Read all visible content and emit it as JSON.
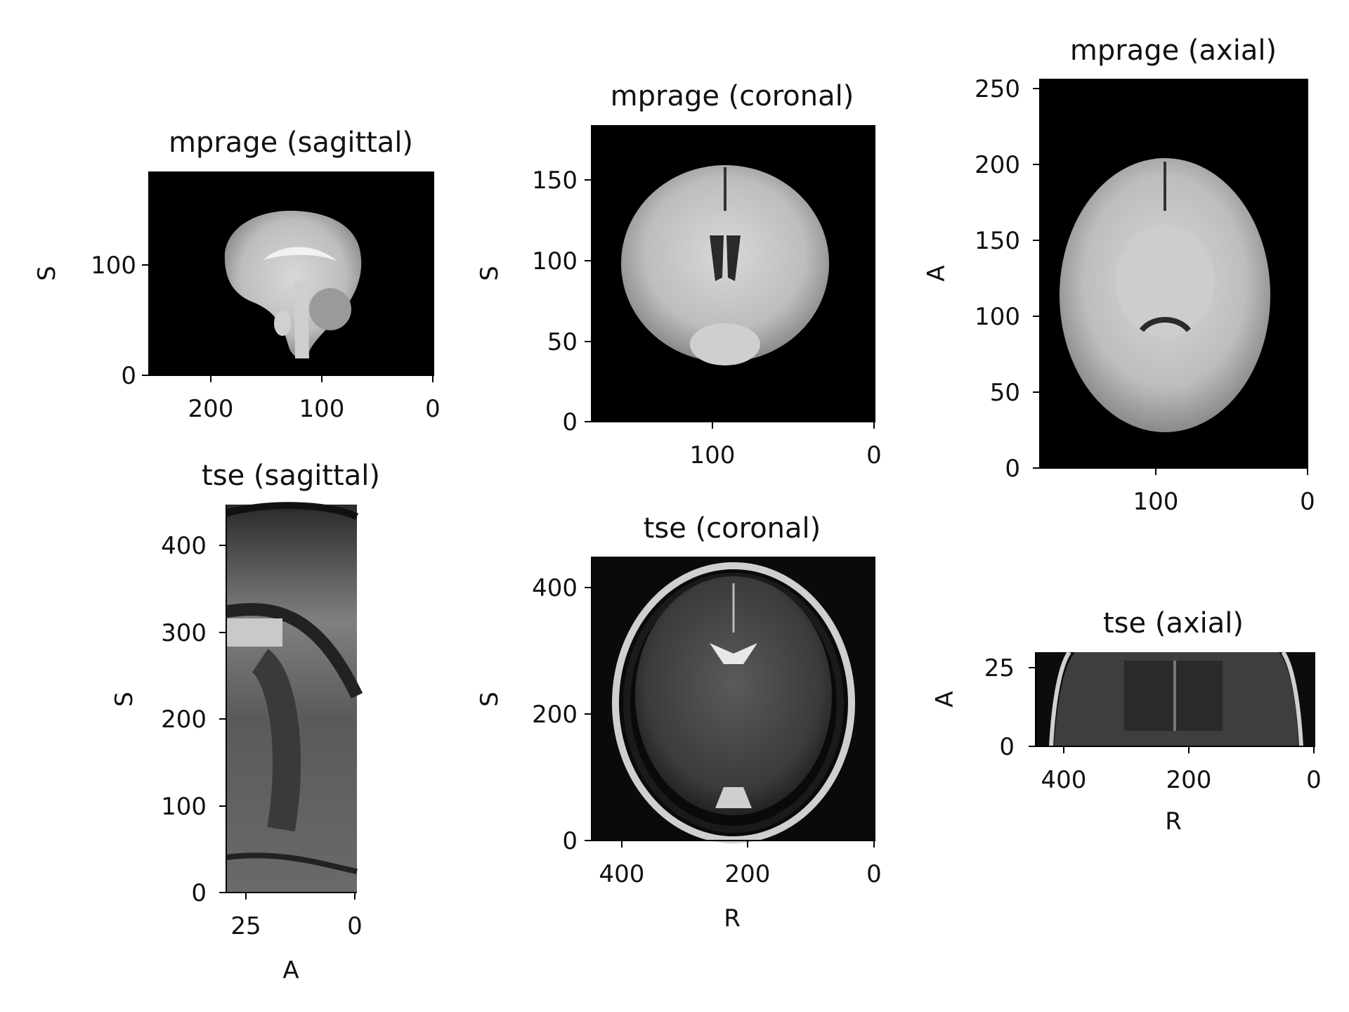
{
  "panels": {
    "mprage_sagittal": {
      "title": "mprage (sagittal)",
      "ylabel": "S",
      "xlabel": "",
      "xticks": [
        "200",
        "100",
        "0"
      ],
      "yticks": [
        "100",
        "0"
      ]
    },
    "mprage_coronal": {
      "title": "mprage (coronal)",
      "ylabel": "S",
      "xlabel": "",
      "xticks": [
        "100",
        "0"
      ],
      "yticks": [
        "150",
        "100",
        "50",
        "0"
      ]
    },
    "mprage_axial": {
      "title": "mprage (axial)",
      "ylabel": "A",
      "xlabel": "",
      "xticks": [
        "100",
        "0"
      ],
      "yticks": [
        "250",
        "200",
        "150",
        "100",
        "50",
        "0"
      ]
    },
    "tse_sagittal": {
      "title": "tse (sagittal)",
      "ylabel": "S",
      "xlabel": "A",
      "xticks": [
        "25",
        "0"
      ],
      "yticks": [
        "400",
        "300",
        "200",
        "100",
        "0"
      ]
    },
    "tse_coronal": {
      "title": "tse (coronal)",
      "ylabel": "S",
      "xlabel": "R",
      "xticks": [
        "400",
        "200",
        "0"
      ],
      "yticks": [
        "400",
        "200",
        "0"
      ]
    },
    "tse_axial": {
      "title": "tse (axial)",
      "ylabel": "A",
      "xlabel": "R",
      "xticks": [
        "400",
        "200",
        "0"
      ],
      "yticks": [
        "25",
        "0"
      ]
    }
  }
}
